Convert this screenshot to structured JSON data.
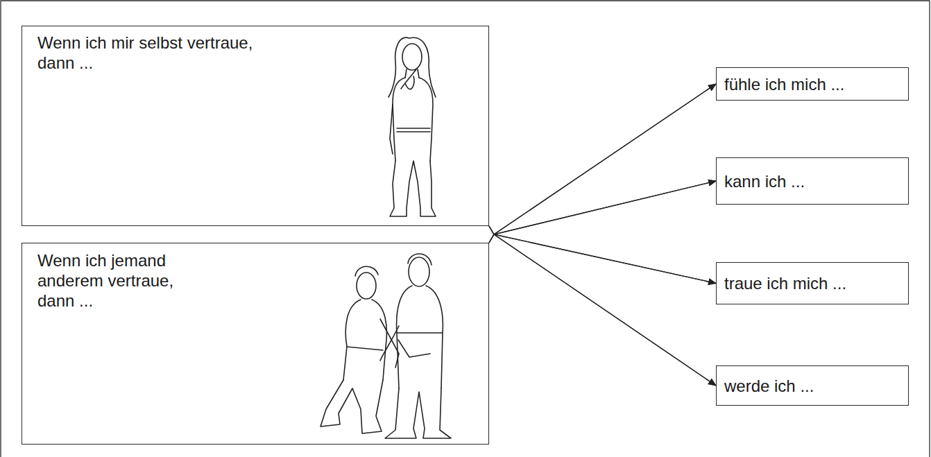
{
  "diagram": {
    "nodes": [
      {
        "text": [
          "Wenn ich mir selbst vertraue, dann ..."
        ]
      },
      {
        "text": [
          "Wenn ich jemand anderem vertraue, dann ..."
        ]
      },
      {
        "text": [
          "fühle ich mich ..."
        ]
      },
      {
        "text": [
          "kann ich ..."
        ]
      },
      {
        "text": [
          "traue ich mich ..."
        ]
      },
      {
        "text": [
          "werde ich ..."
        ]
      }
    ],
    "edges": [
      {
        "from": 0,
        "to": 2,
        "arrow": "to"
      },
      {
        "from": 0,
        "to": 3,
        "arrow": "to"
      },
      {
        "from": 0,
        "to": 4,
        "arrow": "to"
      },
      {
        "from": 0,
        "to": 5,
        "arrow": "to"
      },
      {
        "from": 1,
        "to": 2,
        "arrow": "to"
      },
      {
        "from": 1,
        "to": 3,
        "arrow": "to"
      },
      {
        "from": 1,
        "to": 4,
        "arrow": "to"
      },
      {
        "from": 1,
        "to": 5,
        "arrow": "to"
      }
    ]
  }
}
